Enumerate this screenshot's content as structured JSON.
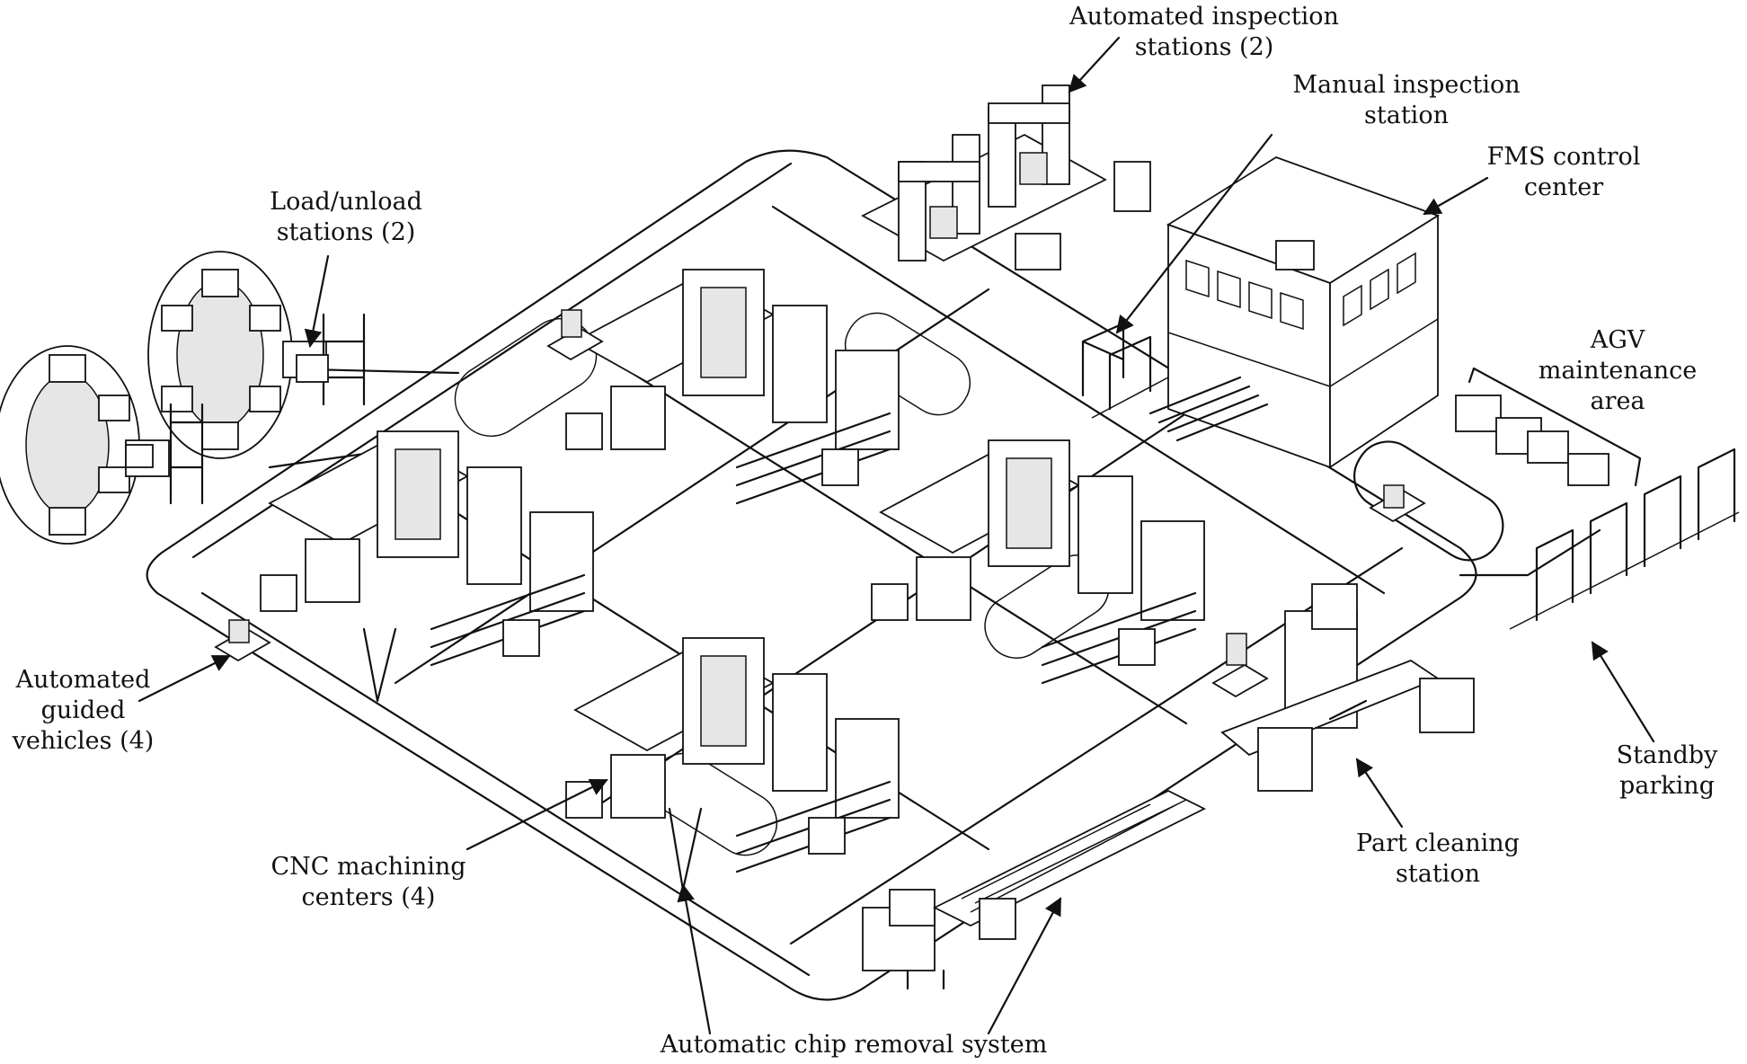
{
  "labels": {
    "automated_inspection": "Automated inspection\nstations (2)",
    "manual_inspection": "Manual inspection\nstation",
    "fms_control": "FMS control\ncenter",
    "load_unload": "Load/unload\nstations (2)",
    "agv_maintenance": "AGV\nmaintenance\narea",
    "agv": "Automated\nguided\nvehicles (4)",
    "cnc": "CNC machining\ncenters (4)",
    "standby": "Standby\nparking",
    "part_cleaning": "Part cleaning\nstation",
    "chip_removal": "Automatic chip removal system"
  }
}
